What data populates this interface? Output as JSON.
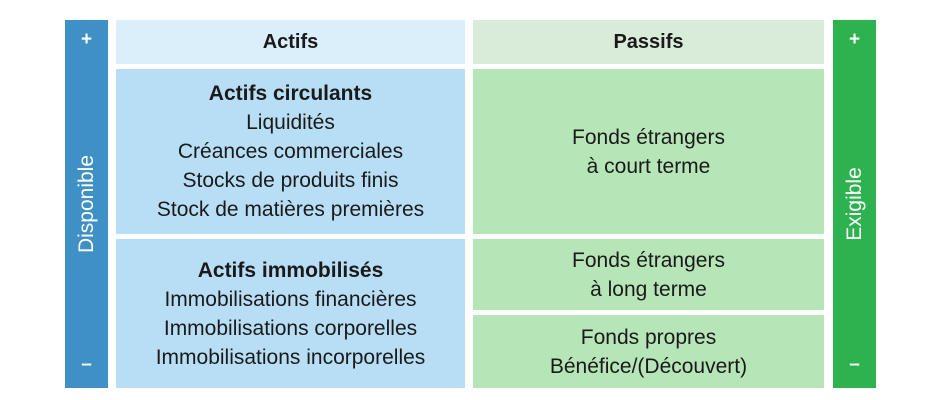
{
  "left_bar": {
    "plus": "+",
    "label": "Disponible",
    "minus": "–",
    "color": "#3f90c4"
  },
  "right_bar": {
    "plus": "+",
    "label": "Exigible",
    "minus": "–",
    "color": "#2eb24f"
  },
  "headers": {
    "actifs": "Actifs",
    "passifs": "Passifs"
  },
  "actifs_circulants": {
    "title": "Actifs circulants",
    "items": [
      "Liquidités",
      "Créances commerciales",
      "Stocks de produits finis",
      "Stock de matières premières"
    ]
  },
  "actifs_immobilises": {
    "title": "Actifs immobilisés",
    "items": [
      "Immobilisations financières",
      "Immobilisations corporelles",
      "Immobilisations incorporelles"
    ]
  },
  "passifs": {
    "court_terme": [
      "Fonds étrangers",
      "à court terme"
    ],
    "long_terme": [
      "Fonds étrangers",
      "à long terme"
    ],
    "fonds_propres": [
      "Fonds propres",
      "Bénéfice/(Découvert)"
    ]
  },
  "colors": {
    "actifs_header": "#dbeffa",
    "actifs_cell": "#b8def5",
    "passifs_header": "#d8ecd9",
    "passifs_cell": "#b6e6b7"
  }
}
